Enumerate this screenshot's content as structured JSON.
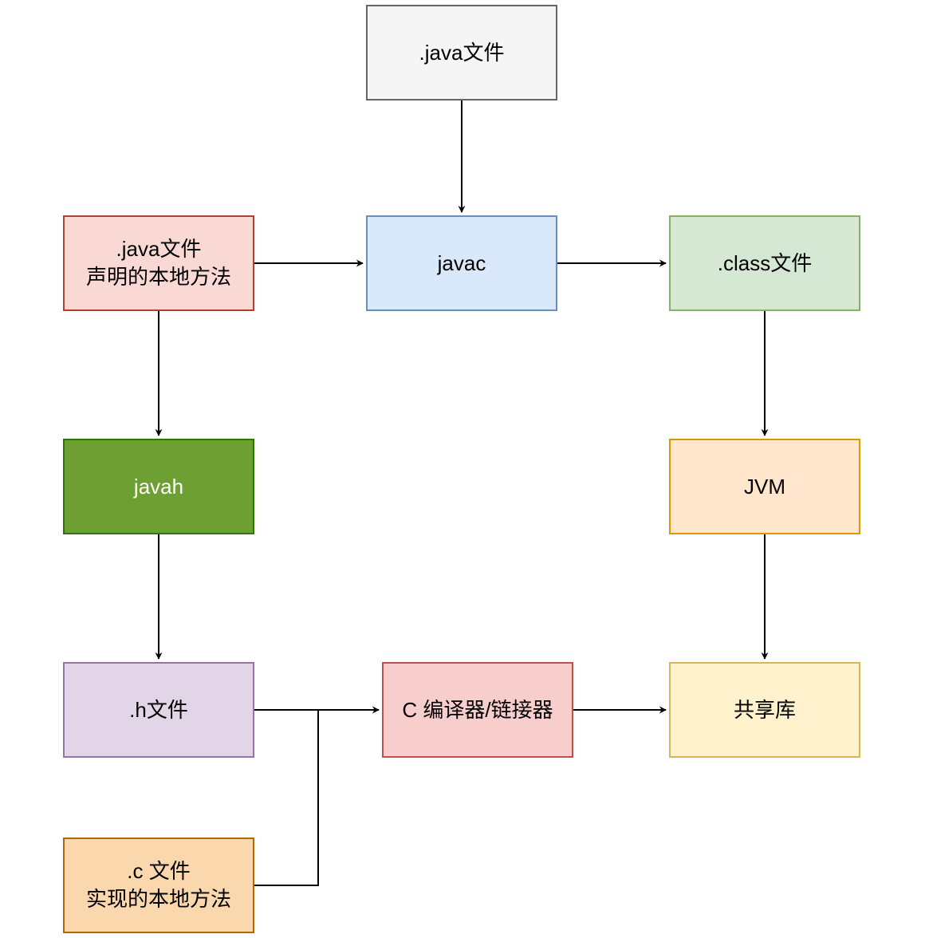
{
  "nodes": {
    "java_file_top": {
      "label": ".java文件"
    },
    "java_native": {
      "label": ".java文件\n声明的本地方法"
    },
    "javac": {
      "label": "javac"
    },
    "class_file": {
      "label": ".class文件"
    },
    "javah": {
      "label": "javah"
    },
    "jvm": {
      "label": "JVM"
    },
    "h_file": {
      "label": ".h文件"
    },
    "compiler": {
      "label": "C 编译器/链接器"
    },
    "shared_lib": {
      "label": "共享库"
    },
    "c_file": {
      "label": ".c 文件\n实现的本地方法"
    }
  },
  "colors": {
    "edge": "#000000",
    "java_file_top_fill": "#f5f5f5",
    "java_native_fill": "#fad9d5",
    "javac_fill": "#dae8fc",
    "class_file_fill": "#d5e8d4",
    "javah_fill": "#6d9f32",
    "jvm_fill": "#ffe6cc",
    "h_file_fill": "#e1d5e7",
    "compiler_fill": "#f8cecc",
    "shared_lib_fill": "#fff2cc",
    "c_file_fill": "#fad7ac"
  },
  "edges": [
    {
      "from": "java_file_top",
      "to": "javac"
    },
    {
      "from": "java_native",
      "to": "javac"
    },
    {
      "from": "javac",
      "to": "class_file"
    },
    {
      "from": "java_native",
      "to": "javah"
    },
    {
      "from": "class_file",
      "to": "jvm"
    },
    {
      "from": "javah",
      "to": "h_file"
    },
    {
      "from": "jvm",
      "to": "shared_lib"
    },
    {
      "from": "h_file",
      "to": "compiler"
    },
    {
      "from": "c_file",
      "to": "compiler"
    },
    {
      "from": "compiler",
      "to": "shared_lib"
    }
  ]
}
